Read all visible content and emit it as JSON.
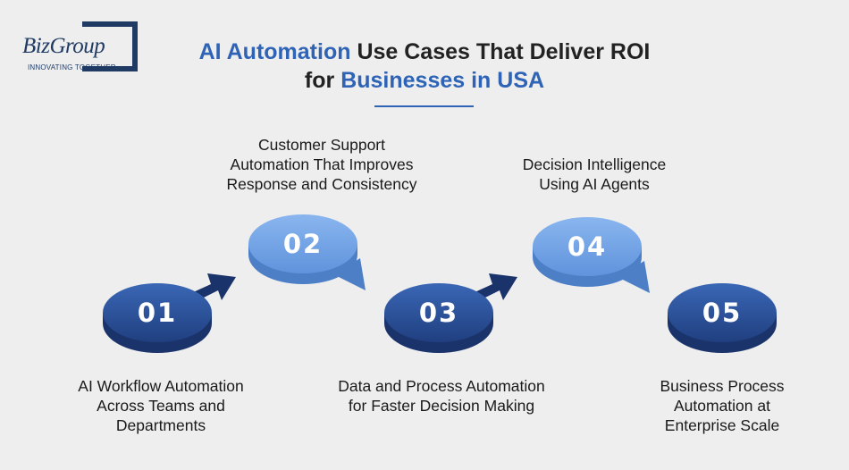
{
  "logo": {
    "name": "BizGroup",
    "tagline": "INNOVATING TOGETHER"
  },
  "title": {
    "line1_highlight": "AI Automation",
    "line1_rest": " Use Cases That Deliver ROI",
    "line2_prefix": "for ",
    "line2_highlight": "Businesses in USA"
  },
  "colors": {
    "dark_blue": "#2a4f9c",
    "light_blue": "#6fa0e4",
    "accent": "#2e63b5"
  },
  "steps": [
    {
      "number": "01",
      "lines": [
        "AI Workflow Automation",
        "Across Teams and",
        "Departments"
      ]
    },
    {
      "number": "02",
      "lines": [
        "Customer Support",
        "Automation That Improves",
        "Response and Consistency"
      ]
    },
    {
      "number": "03",
      "lines": [
        "Data and Process Automation",
        "for Faster Decision Making"
      ]
    },
    {
      "number": "04",
      "lines": [
        "Decision Intelligence",
        "Using AI Agents"
      ]
    },
    {
      "number": "05",
      "lines": [
        "Business Process",
        "Automation at",
        "Enterprise Scale"
      ]
    }
  ]
}
